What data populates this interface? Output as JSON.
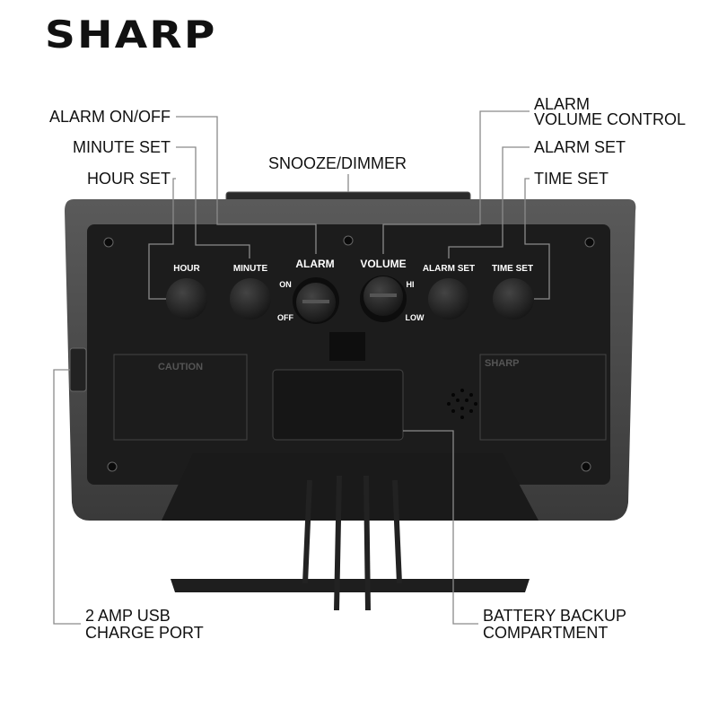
{
  "brand": {
    "logo": "SHARP"
  },
  "callouts": {
    "alarm_on_off": "ALARM ON/OFF",
    "minute_set": "MINUTE SET",
    "hour_set": "HOUR SET",
    "snooze_dimmer": "SNOOZE/DIMMER",
    "alarm_volume_control_line1": "ALARM",
    "alarm_volume_control_line2": "VOLUME CONTROL",
    "alarm_set": "ALARM SET",
    "time_set": "TIME SET",
    "usb_line1": "2 AMP USB",
    "usb_line2": "CHARGE PORT",
    "battery_line1": "BATTERY BACKUP",
    "battery_line2": "COMPARTMENT"
  },
  "device_labels": {
    "hour": "HOUR",
    "minute": "MINUTE",
    "alarm": "ALARM",
    "volume": "VOLUME",
    "alarm_set": "ALARM SET",
    "time_set": "TIME SET",
    "on": "ON",
    "off": "OFF",
    "hi": "HI",
    "low": "LOW",
    "caution": "CAUTION",
    "rating_logo": "SHARP"
  },
  "colors": {
    "callout_line": "#8a8a8a",
    "body": "#4a4a4a",
    "panel": "#1c1c1c"
  }
}
